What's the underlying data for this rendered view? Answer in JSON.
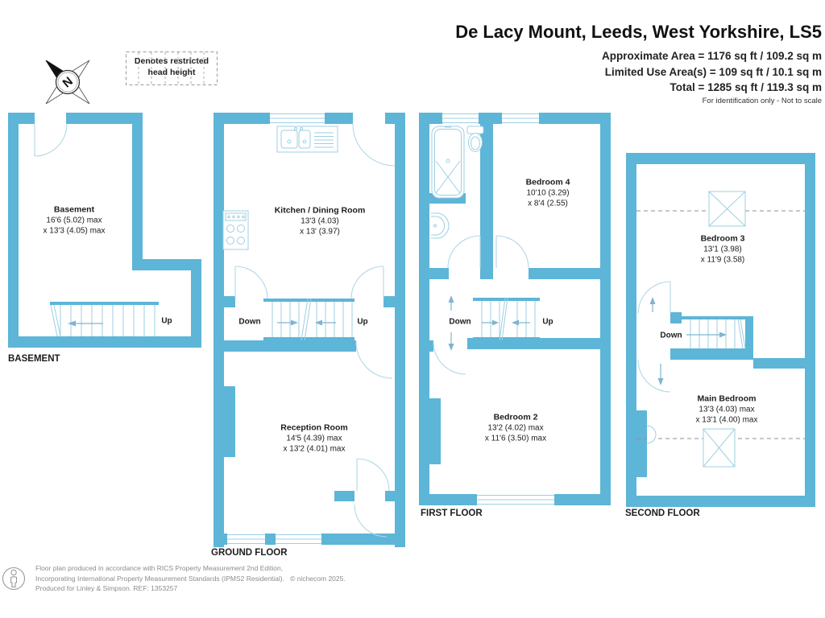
{
  "header": {
    "title": "De Lacy Mount, Leeds, West Yorkshire, LS5",
    "area_line1": "Approximate Area = 1176 sq ft / 109.2 sq m",
    "area_line2": "Limited Use Area(s) = 109 sq ft / 10.1 sq m",
    "area_line3": "Total = 1285 sq ft / 119.3 sq m",
    "disclaimer": "For identification only - Not to scale"
  },
  "legend": {
    "line1": "Denotes restricted",
    "line2": "head height"
  },
  "compass": {
    "label": "N"
  },
  "floors": [
    {
      "id": "basement",
      "label": "BASEMENT",
      "rooms": [
        {
          "name": "Basement",
          "dim1": "16'6 (5.02) max",
          "dim2": "x 13'3 (4.05) max"
        }
      ],
      "stairs": {
        "up": "Up"
      }
    },
    {
      "id": "ground",
      "label": "GROUND FLOOR",
      "rooms": [
        {
          "name": "Kitchen / Dining Room",
          "dim1": "13'3 (4.03)",
          "dim2": "x 13' (3.97)"
        },
        {
          "name": "Reception Room",
          "dim1": "14'5 (4.39) max",
          "dim2": "x 13'2 (4.01) max"
        }
      ],
      "stairs": {
        "down": "Down",
        "up": "Up"
      }
    },
    {
      "id": "first",
      "label": "FIRST FLOOR",
      "rooms": [
        {
          "name": "Bedroom 4",
          "dim1": "10'10 (3.29)",
          "dim2": "x 8'4 (2.55)"
        },
        {
          "name": "Bedroom 2",
          "dim1": "13'2 (4.02) max",
          "dim2": "x 11'6 (3.50) max"
        }
      ],
      "stairs": {
        "down": "Down",
        "up": "Up"
      }
    },
    {
      "id": "second",
      "label": "SECOND FLOOR",
      "rooms": [
        {
          "name": "Bedroom 3",
          "dim1": "13'1 (3.98)",
          "dim2": "x 11'9 (3.58)"
        },
        {
          "name": "Main Bedroom",
          "dim1": "13'3 (4.03) max",
          "dim2": "x 13'1 (4.00) max"
        }
      ],
      "stairs": {
        "down": "Down"
      }
    }
  ],
  "footer": {
    "line1": "Floor plan produced in accordance with RICS Property Measurement 2nd Edition,",
    "line2": "Incorporating International Property Measurement Standards (IPMS2 Residential).",
    "copyright": "© nichecom 2025.",
    "line3": "Produced for Linley & Simpson.   REF: 1353257"
  },
  "colors": {
    "wall": "#5db5d8",
    "line": "#9ccfe2",
    "text": "#1d1d1f",
    "muted": "#8c8c8c"
  }
}
